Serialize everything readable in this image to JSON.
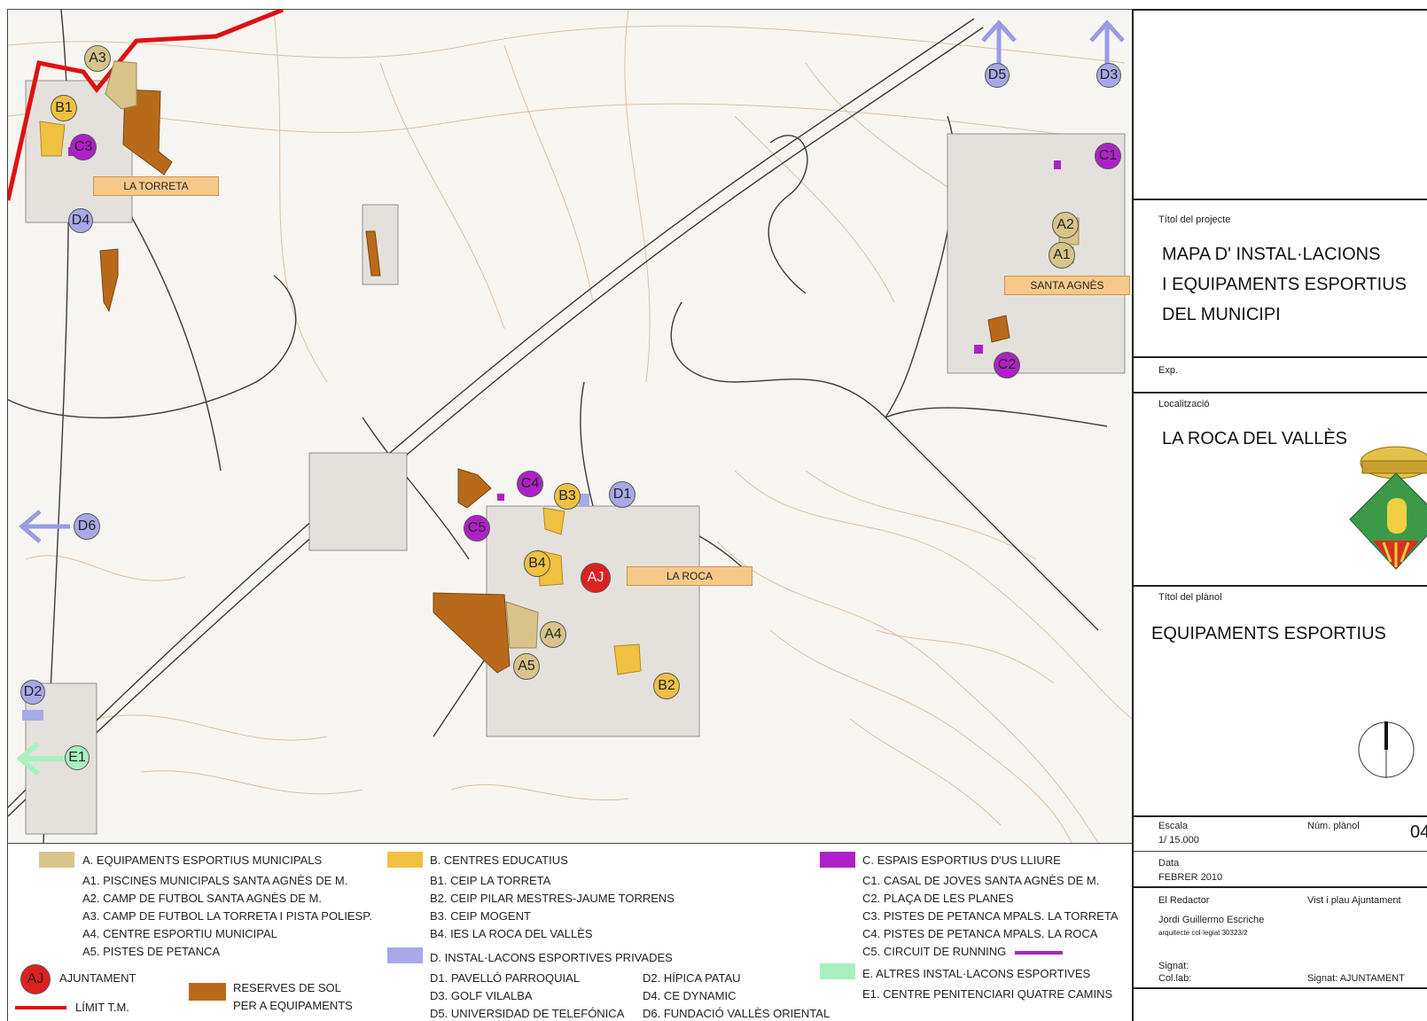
{
  "map": {
    "labels": {
      "la_torreta": "LA TORRETA",
      "santa_agnes": "SANTA AGNÈS",
      "la_roca": "LA ROCA"
    },
    "markers": {
      "A1": "A1",
      "A2": "A2",
      "A3": "A3",
      "A4": "A4",
      "A5": "A5",
      "B1": "B1",
      "B2": "B2",
      "B3": "B3",
      "B4": "B4",
      "C1": "C1",
      "C2": "C2",
      "C3": "C3",
      "C4": "C4",
      "C5": "C5",
      "D1": "D1",
      "D2": "D2",
      "D3": "D3",
      "D4": "D4",
      "D5": "D5",
      "D6": "D6",
      "E1": "E1",
      "AJ": "AJ"
    },
    "colors": {
      "municipal": "#d8c48a",
      "educational": "#f0c040",
      "free_use": "#b020c8",
      "private": "#a8a8e8",
      "other": "#a8f0c0",
      "reserves": "#b86a1a",
      "town_hall": "#e02020",
      "limit_line": "#e01010",
      "contour": "#d8b896"
    }
  },
  "legend": {
    "a_title": "A. EQUIPAMENTS ESPORTIUS MUNICIPALS",
    "a_items": [
      "A1. PISCINES MUNICIPALS SANTA AGNÈS DE M.",
      "A2. CAMP DE FUTBOL SANTA AGNÈS DE M.",
      "A3. CAMP DE FUTBOL LA TORRETA I PISTA POLIESP.",
      "A4. CENTRE ESPORTIU MUNICIPAL",
      "A5. PISTES DE PETANCA"
    ],
    "aj_code": "AJ",
    "aj_label": "AJUNTAMENT",
    "limit_label": "LÍMIT T.M.",
    "reserves_line1": "RESERVES DE SOL",
    "reserves_line2": "PER A EQUIPAMENTS",
    "b_title": "B. CENTRES EDUCATIUS",
    "b_items": [
      "B1. CEIP LA TORRETA",
      "B2. CEIP PILAR MESTRES-JAUME TORRENS",
      "B3. CEIP MOGENT",
      "B4. IES LA ROCA DEL VALLÈS"
    ],
    "d_title": "D. INSTAL·LACONS ESPORTIVES PRIVADES",
    "d_items_left": [
      "D1. PAVELLÓ PARROQUIAL",
      "D3. GOLF VILALBA",
      "D5. UNIVERSIDAD DE TELEFÓNICA"
    ],
    "d_items_right": [
      "D2. HÍPICA PATAU",
      "D4. CE DYNAMIC",
      "D6. FUNDACIÓ VALLÈS ORIENTAL"
    ],
    "c_title": "C. ESPAIS ESPORTIUS D'US LLIURE",
    "c_items": [
      "C1. CASAL DE JOVES SANTA AGNÈS DE M.",
      "C2. PLAÇA DE LES PLANES",
      "C3. PISTES DE PETANCA MPALS. LA TORRETA",
      "C4. PISTES DE PETANCA MPALS. LA ROCA",
      "C5. CIRCUIT DE RUNNING"
    ],
    "e_title": "E. ALTRES INSTAL·LACONS ESPORTIVES",
    "e_items": [
      "E1. CENTRE PENITENCIARI QUATRE CAMINS"
    ]
  },
  "title_block": {
    "project_label": "Títol del projecte",
    "project_lines": [
      "MAPA D' INSTAL·LACIONS",
      "I EQUIPAMENTS ESPORTIUS",
      "DEL MUNICIPI"
    ],
    "exp_label": "Exp.",
    "location_label": "Localització",
    "location": "LA ROCA DEL VALLÈS",
    "plan_label": "Títol del plànol",
    "plan_title": "EQUIPAMENTS ESPORTIUS",
    "scale_label": "Escala",
    "scale": "1/ 15.000",
    "plan_num_label": "Núm. plànol",
    "plan_num": "04",
    "date_label": "Data",
    "date": "FEBRER 2010",
    "author_label": "El Redactor",
    "approval_label": "Vist i plau Ajuntament",
    "author_name": "Jordi Guillermo Escriche",
    "author_title": "arquitecte col·legiat  30323/2",
    "signed_label": "Signat:",
    "collab_label": "Col.lab:",
    "signed_council": "Signat: AJUNTAMENT"
  }
}
